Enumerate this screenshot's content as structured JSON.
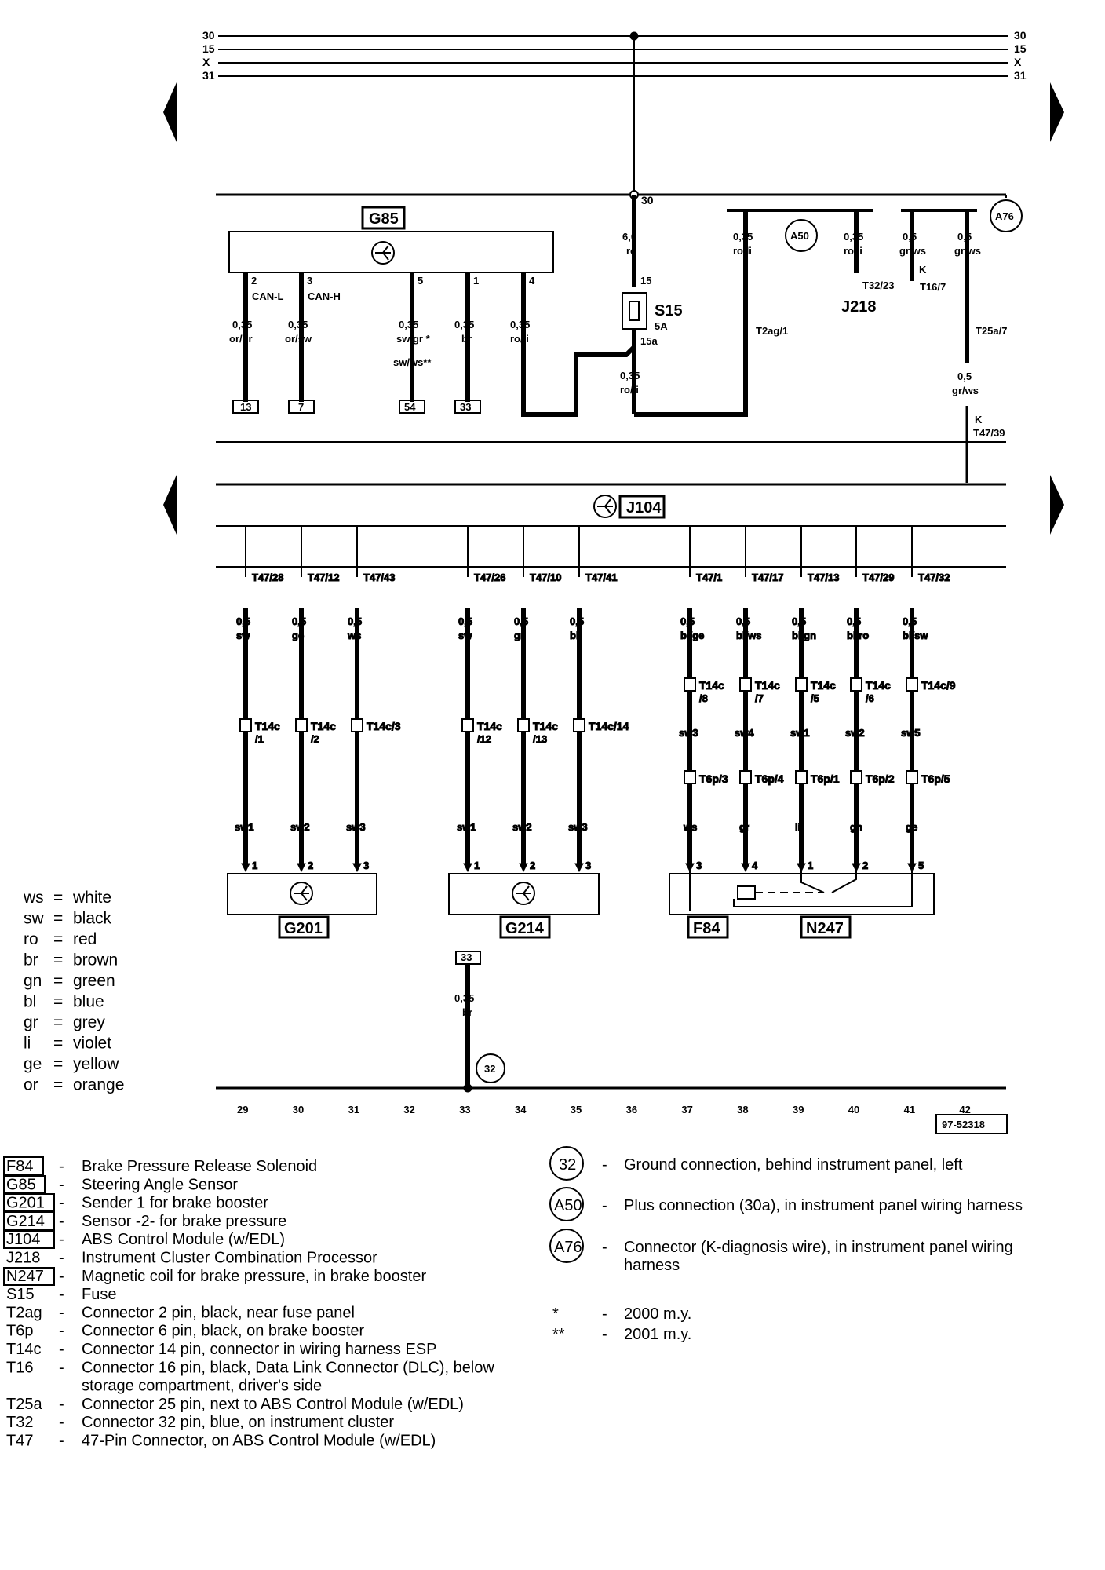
{
  "rails": {
    "labels": [
      "30",
      "15",
      "X",
      "31"
    ]
  },
  "bus": {
    "top_node": "30",
    "fuse": {
      "name": "S15",
      "rating": "5A",
      "pin_in": "15",
      "pin_out": "15a"
    },
    "fuse_wire_in": {
      "size": "6,0",
      "color": "ro"
    },
    "fuse_wire_out": {
      "size": "0,35",
      "color": "ro/li"
    },
    "a50_wire": {
      "size": "0,35",
      "color": "ro/li",
      "connector": "T2ag/1"
    },
    "j218_wire": {
      "size": "0,35",
      "color": "ro/li",
      "connector": "T32/23"
    },
    "a76_wire1": {
      "size": "0,5",
      "color": "gr/ws",
      "k": "K",
      "connector": "T16/7"
    },
    "a76_wire2": {
      "size": "0,5",
      "color": "gr/ws",
      "connector": "T25a/7"
    },
    "a76_wire3": {
      "size": "0,5",
      "color": "gr/ws",
      "k": "K",
      "connector": "T47/39"
    },
    "ground_wire": {
      "size": "0,35",
      "color": "br",
      "ref": "33",
      "ground": "32"
    }
  },
  "g85": {
    "name": "G85",
    "pins": [
      {
        "pin": "2",
        "label": "CAN-L",
        "size": "0,35",
        "color": "or/br",
        "ref": "13"
      },
      {
        "pin": "3",
        "label": "CAN-H",
        "size": "0,35",
        "color": "or/sw",
        "ref": "7"
      },
      {
        "pin": "5",
        "label": "",
        "size": "0,35",
        "color": "sw/gr *",
        "color2": "sw/ws**",
        "ref": "54"
      },
      {
        "pin": "1",
        "label": "",
        "size": "0,35",
        "color": "br",
        "ref": "33"
      },
      {
        "pin": "4",
        "label": "",
        "size": "0,35",
        "color": "ro/li",
        "ref": ""
      }
    ]
  },
  "j104": {
    "name": "J104"
  },
  "j218": {
    "name": "J218"
  },
  "circles": {
    "a50": "A50",
    "a76": "A76",
    "g32": "32"
  },
  "lower_wires": [
    {
      "t47": "T47/28",
      "size": "0,5",
      "c1": "sw",
      "t14": "T14c",
      "t14pin": "/1",
      "c2": "sw1",
      "pin": "1"
    },
    {
      "t47": "T47/12",
      "size": "0,5",
      "c1": "ge",
      "t14": "T14c",
      "t14pin": "/2",
      "c2": "sw2",
      "pin": "2"
    },
    {
      "t47": "T47/43",
      "size": "0,5",
      "c1": "ws",
      "t14": "T14c/3",
      "t14pin": "",
      "c2": "sw3",
      "pin": "3"
    },
    {
      "t47": "T47/26",
      "size": "0,5",
      "c1": "sw",
      "t14": "T14c",
      "t14pin": "/12",
      "c2": "sw1",
      "pin": "1"
    },
    {
      "t47": "T47/10",
      "size": "0,5",
      "c1": "gr",
      "t14": "T14c",
      "t14pin": "/13",
      "c2": "sw2",
      "pin": "2"
    },
    {
      "t47": "T47/41",
      "size": "0,5",
      "c1": "bl",
      "t14": "T14c/14",
      "t14pin": "",
      "c2": "sw3",
      "pin": "3"
    },
    {
      "t47": "T47/1",
      "size": "0,5",
      "c1": "bl/ge",
      "t14": "T14c",
      "t14pin": "/8",
      "c2": "sw3",
      "t6": "T6p/3",
      "c3": "ws",
      "pin": "3"
    },
    {
      "t47": "T47/17",
      "size": "0,5",
      "c1": "bl/ws",
      "t14": "T14c",
      "t14pin": "/7",
      "c2": "sw4",
      "t6": "T6p/4",
      "c3": "gr",
      "pin": "4"
    },
    {
      "t47": "T47/13",
      "size": "0,5",
      "c1": "bl/gn",
      "t14": "T14c",
      "t14pin": "/5",
      "c2": "sw1",
      "t6": "T6p/1",
      "c3": "li",
      "pin": "1"
    },
    {
      "t47": "T47/29",
      "size": "0,5",
      "c1": "bl/ro",
      "t14": "T14c",
      "t14pin": "/6",
      "c2": "sw2",
      "t6": "T6p/2",
      "c3": "gn",
      "pin": "2"
    },
    {
      "t47": "T47/32",
      "size": "0,5",
      "c1": "bl/sw",
      "t14": "T14c/9",
      "t14pin": "",
      "c2": "sw5",
      "t6": "T6p/5",
      "c3": "ge",
      "pin": "5"
    }
  ],
  "components_bottom": {
    "g201": "G201",
    "g214": "G214",
    "f84": "F84",
    "n247": "N247"
  },
  "coord_numbers": [
    "29",
    "30",
    "31",
    "32",
    "33",
    "34",
    "35",
    "36",
    "37",
    "38",
    "39",
    "40",
    "41",
    "42"
  ],
  "doc_id": "97-52318",
  "color_legend": [
    {
      "code": "ws",
      "eq": "=",
      "name": "white"
    },
    {
      "code": "sw",
      "eq": "=",
      "name": "black"
    },
    {
      "code": "ro",
      "eq": "=",
      "name": "red"
    },
    {
      "code": "br",
      "eq": "=",
      "name": "brown"
    },
    {
      "code": "gn",
      "eq": "=",
      "name": "green"
    },
    {
      "code": "bl",
      "eq": "=",
      "name": "blue"
    },
    {
      "code": "gr",
      "eq": "=",
      "name": "grey"
    },
    {
      "code": "li",
      "eq": "=",
      "name": "violet"
    },
    {
      "code": "ge",
      "eq": "=",
      "name": "yellow"
    },
    {
      "code": "or",
      "eq": "=",
      "name": "orange"
    }
  ],
  "key_left": [
    {
      "code": "F84",
      "boxed": true,
      "dash": "-",
      "desc": "Brake Pressure Release Solenoid"
    },
    {
      "code": "G85",
      "boxed": true,
      "dash": "-",
      "desc": "Steering Angle Sensor"
    },
    {
      "code": "G201",
      "boxed": true,
      "dash": "-",
      "desc": "Sender 1 for brake booster"
    },
    {
      "code": "G214",
      "boxed": true,
      "dash": "-",
      "desc": "Sensor -2- for brake pressure"
    },
    {
      "code": "J104",
      "boxed": true,
      "dash": "-",
      "desc": "ABS Control Module (w/EDL)"
    },
    {
      "code": "J218",
      "boxed": false,
      "dash": "-",
      "desc": "Instrument Cluster Combination Processor"
    },
    {
      "code": "N247",
      "boxed": true,
      "dash": "-",
      "desc": "Magnetic coil for brake pressure, in brake booster"
    },
    {
      "code": "S15",
      "boxed": false,
      "dash": "-",
      "desc": "Fuse"
    },
    {
      "code": "T2ag",
      "boxed": false,
      "dash": "-",
      "desc": "Connector 2 pin, black, near fuse panel"
    },
    {
      "code": "T6p",
      "boxed": false,
      "dash": "-",
      "desc": "Connector 6 pin, black, on brake booster"
    },
    {
      "code": "T14c",
      "boxed": false,
      "dash": "-",
      "desc": "Connector 14 pin, connector in wiring harness ESP"
    },
    {
      "code": "T16",
      "boxed": false,
      "dash": "-",
      "desc": "Connector 16 pin, black, Data Link Connector (DLC), below",
      "desc2": "storage compartment, driver's side"
    },
    {
      "code": "T25a",
      "boxed": false,
      "dash": "-",
      "desc": "Connector 25 pin, next to ABS Control Module (w/EDL)"
    },
    {
      "code": "T32",
      "boxed": false,
      "dash": "-",
      "desc": "Connector 32 pin, blue, on instrument cluster"
    },
    {
      "code": "T47",
      "boxed": false,
      "dash": "-",
      "desc": "47-Pin Connector, on ABS Control Module (w/EDL)"
    }
  ],
  "key_right": [
    {
      "code": "32",
      "circle": true,
      "dash": "-",
      "desc": "Ground connection, behind instrument panel, left"
    },
    {
      "code": "A50",
      "circle": true,
      "dash": "-",
      "desc": "Plus connection (30a), in instrument panel wiring harness"
    },
    {
      "code": "A76",
      "circle": true,
      "dash": "-",
      "desc": "Connector (K-diagnosis wire), in instrument panel wiring",
      "desc2": "harness"
    },
    {
      "code": "*",
      "circle": false,
      "dash": "-",
      "desc": "2000 m.y."
    },
    {
      "code": "**",
      "circle": false,
      "dash": "-",
      "desc": "2001 m.y."
    }
  ]
}
